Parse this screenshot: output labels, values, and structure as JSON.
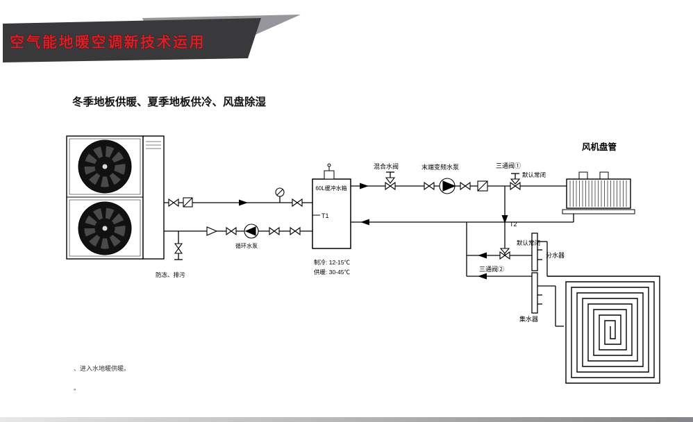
{
  "banner": {
    "title": "空气能地暖空调新技术运用"
  },
  "subtitle": "冬季地板供暖、夏季地板供冷、风盘除湿",
  "labels": {
    "tank": "60L缓冲水箱",
    "t1": "T1",
    "t2": "T2",
    "cooling": "制冷: 12-15℃",
    "heating": "供暖: 30-45℃",
    "drain": "防冻、排污",
    "circ_pump": "循环水泵",
    "mix_valve": "混合水阀",
    "end_pump": "末端变频水泵",
    "three_way_1": "三通阀①",
    "nc1": "默认常闭",
    "nc2": "默认常闭",
    "fan_coil": "风机盘管",
    "three_way_2": "三通阀②",
    "distributor": "分水器",
    "collector": "集水器"
  },
  "note": "、进入水地暖供暖。",
  "note2": "。",
  "colors": {
    "banner_bg": "#39393b",
    "accent_red": "#d2232a",
    "line": "#000000"
  }
}
